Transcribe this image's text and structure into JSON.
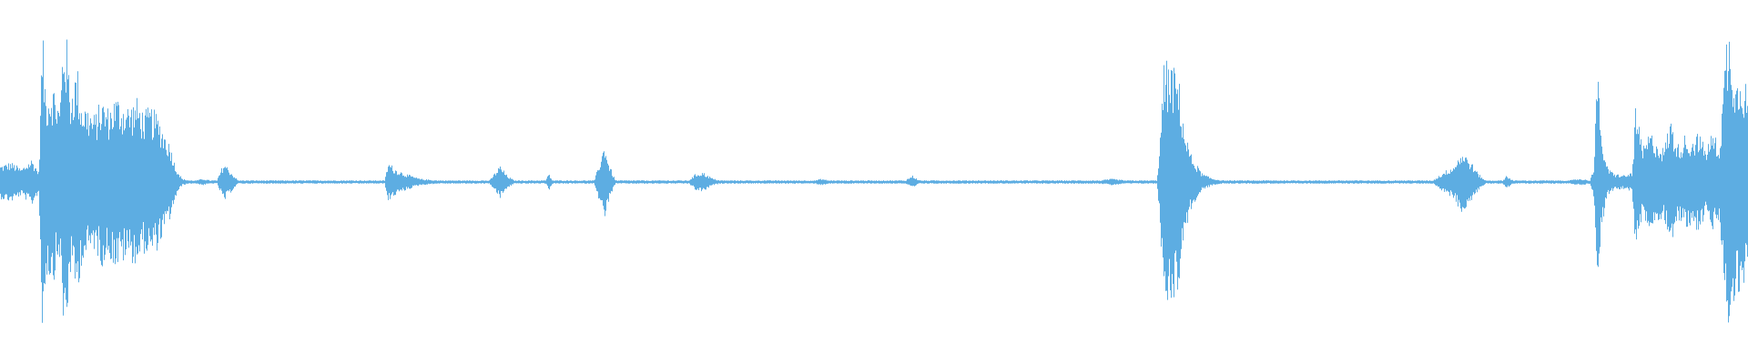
{
  "waveform": {
    "color": "#5DADE2",
    "background": "#FFFFFF",
    "envelope": [
      [
        0.0,
        0.1
      ],
      [
        0.006,
        0.12
      ],
      [
        0.012,
        0.08
      ],
      [
        0.018,
        0.14
      ],
      [
        0.022,
        0.06
      ],
      [
        0.024,
        0.92
      ],
      [
        0.026,
        0.55
      ],
      [
        0.03,
        0.6
      ],
      [
        0.034,
        0.45
      ],
      [
        0.036,
        0.92
      ],
      [
        0.038,
        0.85
      ],
      [
        0.04,
        0.55
      ],
      [
        0.042,
        0.62
      ],
      [
        0.044,
        0.7
      ],
      [
        0.046,
        0.5
      ],
      [
        0.05,
        0.45
      ],
      [
        0.054,
        0.4
      ],
      [
        0.058,
        0.5
      ],
      [
        0.062,
        0.44
      ],
      [
        0.066,
        0.52
      ],
      [
        0.07,
        0.48
      ],
      [
        0.074,
        0.46
      ],
      [
        0.078,
        0.5
      ],
      [
        0.082,
        0.42
      ],
      [
        0.086,
        0.45
      ],
      [
        0.09,
        0.4
      ],
      [
        0.094,
        0.3
      ],
      [
        0.098,
        0.2
      ],
      [
        0.1,
        0.1
      ],
      [
        0.104,
        0.02
      ],
      [
        0.108,
        0.01
      ],
      [
        0.112,
        0.01
      ],
      [
        0.116,
        0.02
      ],
      [
        0.12,
        0.01
      ],
      [
        0.124,
        0.01
      ],
      [
        0.128,
        0.12
      ],
      [
        0.132,
        0.06
      ],
      [
        0.136,
        0.01
      ],
      [
        0.22,
        0.01
      ],
      [
        0.222,
        0.12
      ],
      [
        0.226,
        0.08
      ],
      [
        0.232,
        0.05
      ],
      [
        0.24,
        0.02
      ],
      [
        0.25,
        0.01
      ],
      [
        0.28,
        0.01
      ],
      [
        0.286,
        0.1
      ],
      [
        0.29,
        0.04
      ],
      [
        0.294,
        0.01
      ],
      [
        0.312,
        0.01
      ],
      [
        0.314,
        0.05
      ],
      [
        0.316,
        0.01
      ],
      [
        0.34,
        0.01
      ],
      [
        0.344,
        0.16
      ],
      [
        0.346,
        0.24
      ],
      [
        0.348,
        0.12
      ],
      [
        0.352,
        0.01
      ],
      [
        0.394,
        0.01
      ],
      [
        0.398,
        0.05
      ],
      [
        0.402,
        0.06
      ],
      [
        0.408,
        0.02
      ],
      [
        0.412,
        0.01
      ],
      [
        0.466,
        0.01
      ],
      [
        0.47,
        0.02
      ],
      [
        0.474,
        0.01
      ],
      [
        0.518,
        0.01
      ],
      [
        0.522,
        0.04
      ],
      [
        0.526,
        0.01
      ],
      [
        0.63,
        0.01
      ],
      [
        0.636,
        0.02
      ],
      [
        0.644,
        0.01
      ],
      [
        0.662,
        0.01
      ],
      [
        0.664,
        0.3
      ],
      [
        0.666,
        0.7
      ],
      [
        0.668,
        0.72
      ],
      [
        0.674,
        0.66
      ],
      [
        0.678,
        0.3
      ],
      [
        0.682,
        0.15
      ],
      [
        0.688,
        0.05
      ],
      [
        0.694,
        0.02
      ],
      [
        0.7,
        0.01
      ],
      [
        0.82,
        0.01
      ],
      [
        0.826,
        0.06
      ],
      [
        0.832,
        0.1
      ],
      [
        0.836,
        0.18
      ],
      [
        0.84,
        0.15
      ],
      [
        0.846,
        0.05
      ],
      [
        0.85,
        0.01
      ],
      [
        0.86,
        0.01
      ],
      [
        0.862,
        0.04
      ],
      [
        0.866,
        0.01
      ],
      [
        0.898,
        0.01
      ],
      [
        0.904,
        0.02
      ],
      [
        0.91,
        0.01
      ],
      [
        0.912,
        0.1
      ],
      [
        0.914,
        0.72
      ],
      [
        0.916,
        0.3
      ],
      [
        0.92,
        0.08
      ],
      [
        0.924,
        0.05
      ],
      [
        0.93,
        0.04
      ],
      [
        0.934,
        0.06
      ],
      [
        0.936,
        0.45
      ],
      [
        0.94,
        0.2
      ],
      [
        0.944,
        0.3
      ],
      [
        0.948,
        0.25
      ],
      [
        0.952,
        0.2
      ],
      [
        0.956,
        0.38
      ],
      [
        0.96,
        0.22
      ],
      [
        0.964,
        0.28
      ],
      [
        0.968,
        0.25
      ],
      [
        0.972,
        0.3
      ],
      [
        0.976,
        0.2
      ],
      [
        0.98,
        0.3
      ],
      [
        0.984,
        0.22
      ],
      [
        0.988,
        0.88
      ],
      [
        0.99,
        0.92
      ],
      [
        0.994,
        0.6
      ],
      [
        0.996,
        0.75
      ],
      [
        1.0,
        0.55
      ]
    ]
  }
}
